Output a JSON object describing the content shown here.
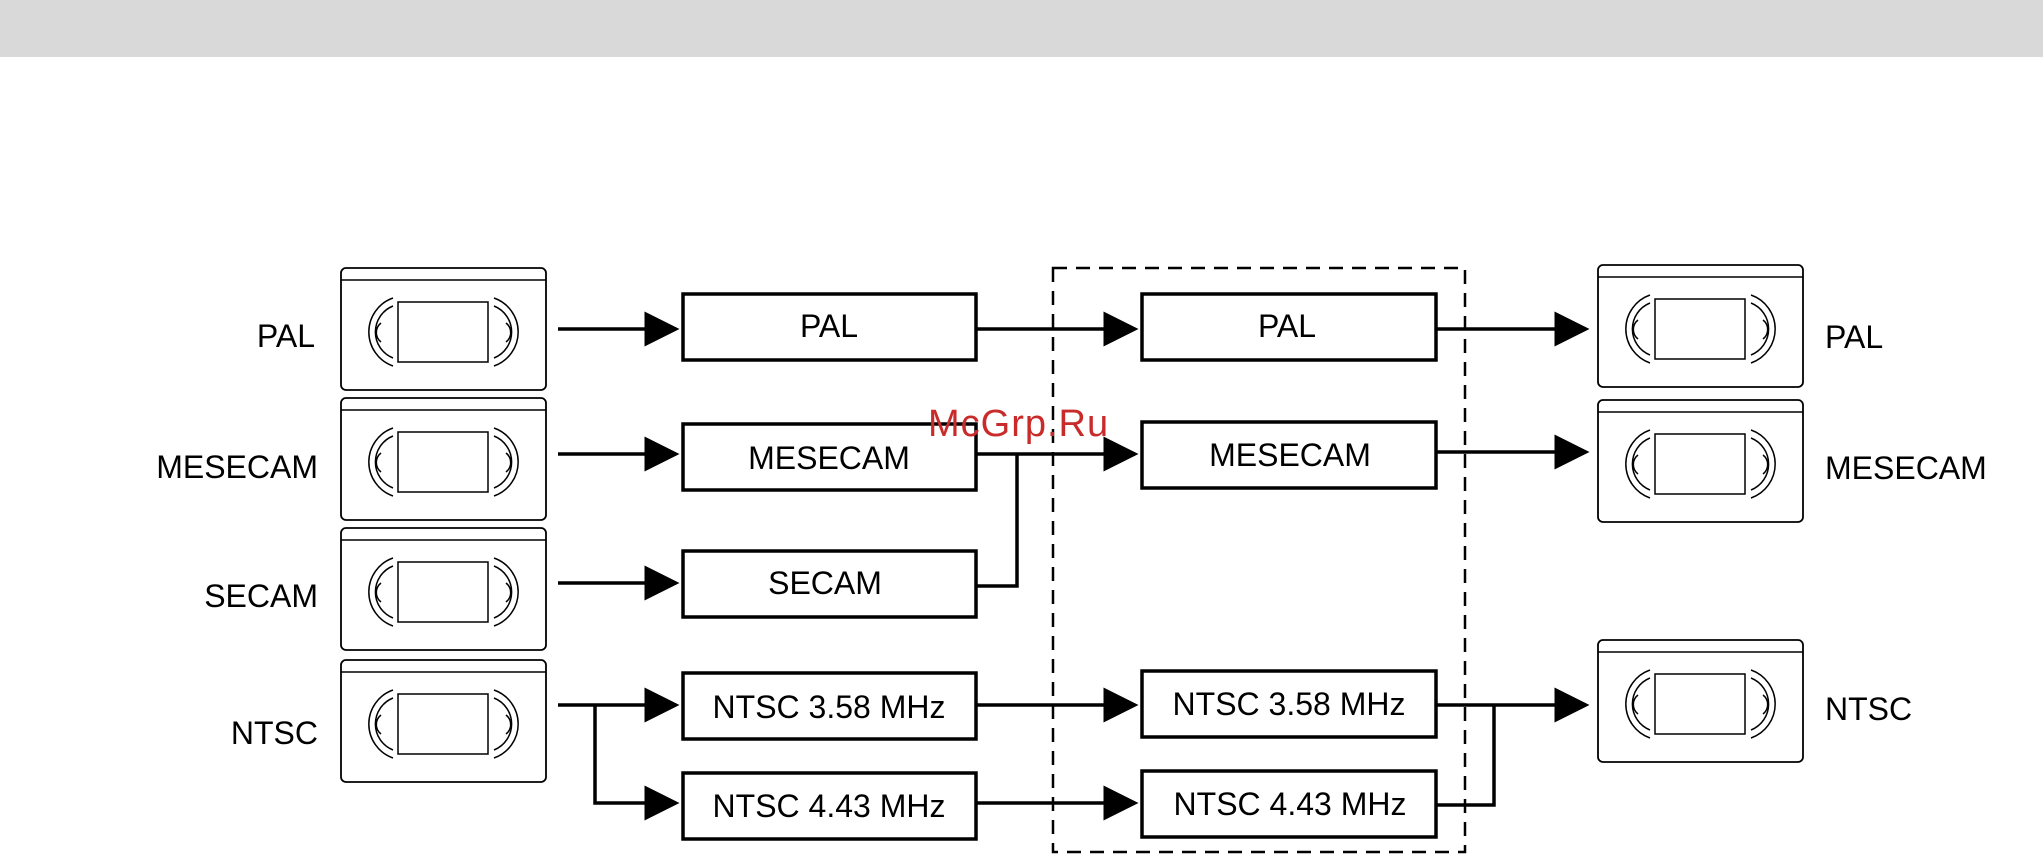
{
  "watermark": "McGrp.Ru",
  "inputs": [
    {
      "id": "pal",
      "label": "PAL"
    },
    {
      "id": "mesecam",
      "label": "MESECAM"
    },
    {
      "id": "secam",
      "label": "SECAM"
    },
    {
      "id": "ntsc",
      "label": "NTSC"
    }
  ],
  "source_boxes": [
    {
      "id": "pal",
      "label": "PAL"
    },
    {
      "id": "mesecam",
      "label": "MESECAM"
    },
    {
      "id": "secam",
      "label": "SECAM"
    },
    {
      "id": "ntsc358",
      "label": "NTSC 3.58 MHz"
    },
    {
      "id": "ntsc443",
      "label": "NTSC 4.43 MHz"
    }
  ],
  "output_boxes": [
    {
      "id": "pal",
      "label": "PAL"
    },
    {
      "id": "mesecam",
      "label": "MESECAM"
    },
    {
      "id": "ntsc358",
      "label": "NTSC 3.58 MHz"
    },
    {
      "id": "ntsc443",
      "label": "NTSC 4.43 MHz"
    }
  ],
  "outputs": [
    {
      "id": "pal",
      "label": "PAL"
    },
    {
      "id": "mesecam",
      "label": "MESECAM"
    },
    {
      "id": "ntsc",
      "label": "NTSC"
    }
  ]
}
